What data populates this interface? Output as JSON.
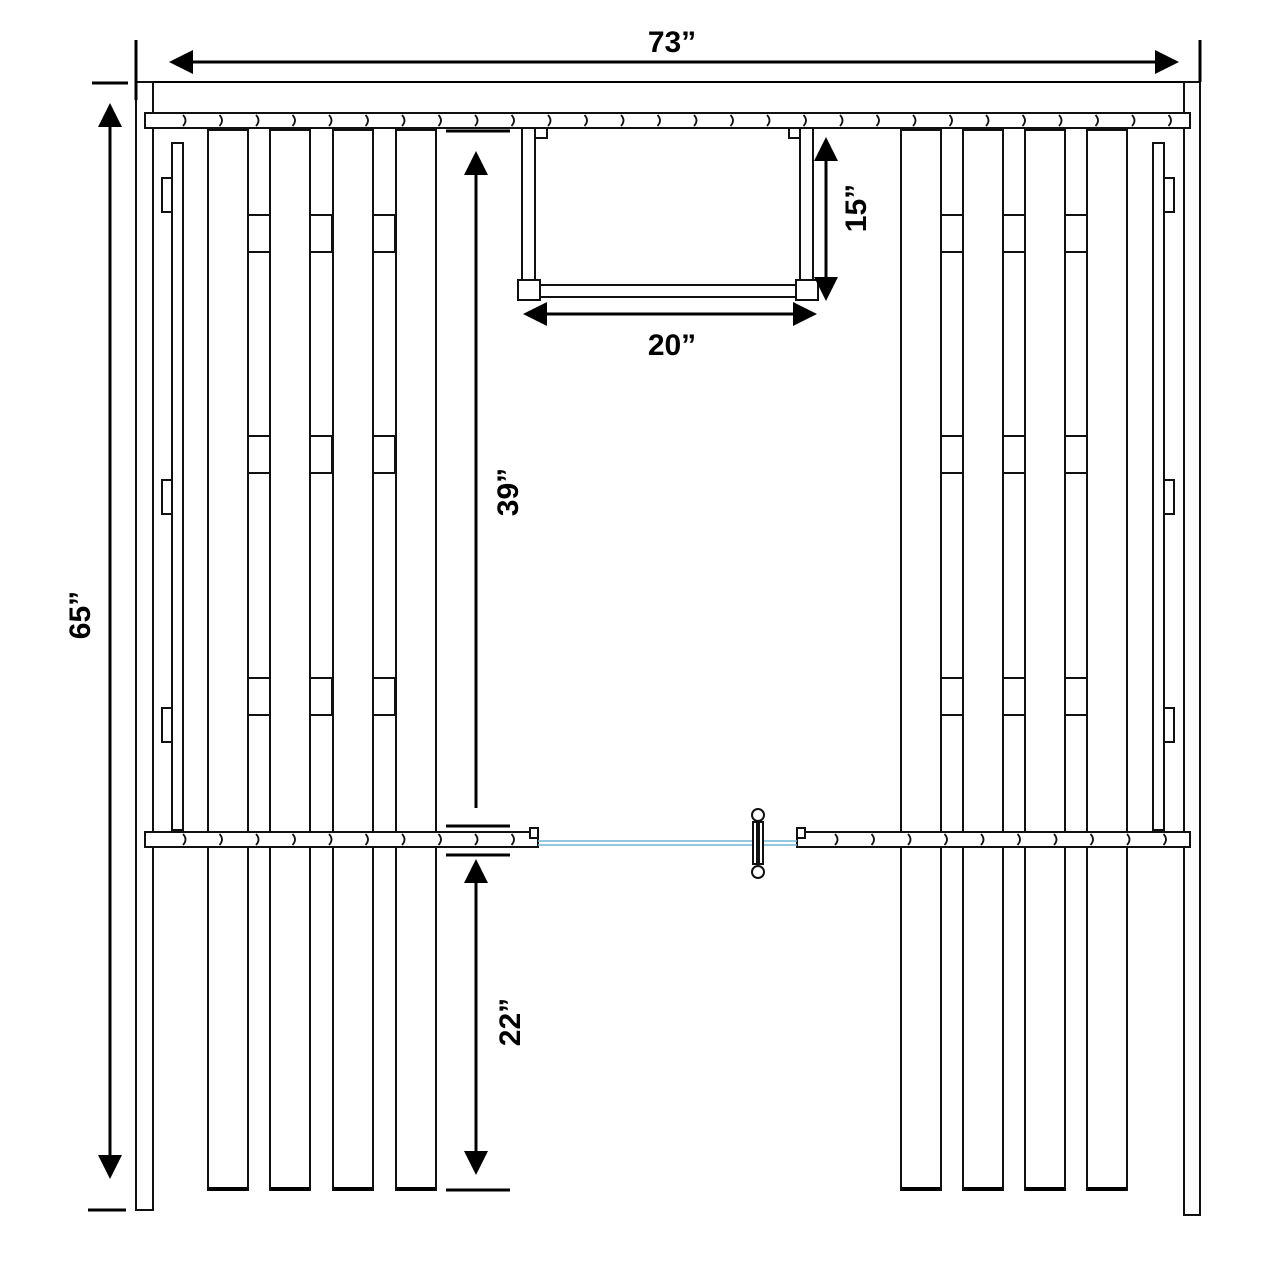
{
  "title": "Sauna front elevation dimensions",
  "dimensions": {
    "overall_width": "73”",
    "overall_height": "65”",
    "upper_bench_clearance": "39”",
    "lower_bench_clearance": "22”",
    "window_height": "15”",
    "window_width": "20”"
  },
  "colors": {
    "line": "#111111",
    "glass": "#6fb6d6",
    "background": "#ffffff"
  }
}
